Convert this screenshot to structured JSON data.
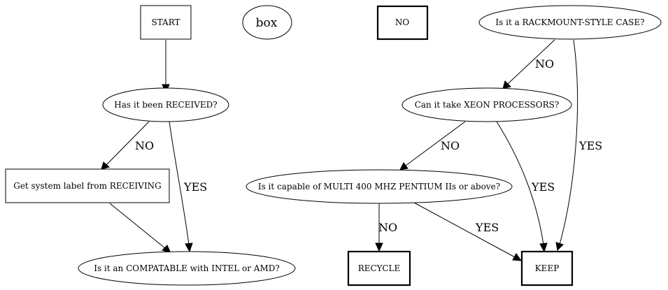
{
  "nodes": {
    "start": "START",
    "box": "box",
    "no": "NO",
    "rackmount": "Is it a RACKMOUNT-STYLE CASE?",
    "received": "Has it been RECEIVED?",
    "xeon": "Can it take XEON PROCESSORS?",
    "label": "Get system label from RECEIVING",
    "multi400": "Is it capable of MULTI 400 MHZ PENTIUM IIs or above?",
    "compatible": "Is it an COMPATABLE with INTEL or AMD?",
    "recycle": "RECYCLE",
    "keep": "KEEP"
  },
  "edges": {
    "received_no": "NO",
    "received_yes": "YES",
    "rackmount_no": "NO",
    "rackmount_yes": "YES",
    "xeon_no": "NO",
    "xeon_yes": "YES",
    "multi_no": "NO",
    "multi_yes": "YES"
  }
}
